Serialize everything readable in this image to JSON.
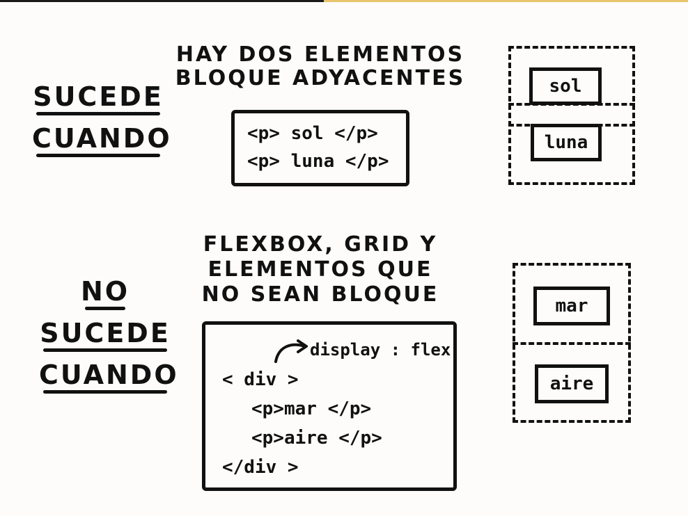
{
  "top": {
    "label": [
      "SUCEDE",
      "CUANDO"
    ],
    "heading": [
      "HAY DOS ELEMENTOS",
      "BLOQUE ADYACENTES"
    ],
    "code": [
      "<p> sol </p>",
      "<p> luna </p>"
    ],
    "boxes": [
      "sol",
      "luna"
    ]
  },
  "bottom": {
    "label": [
      "NO",
      "SUCEDE",
      "CUANDO"
    ],
    "heading": [
      "FLEXBOX, GRID Y",
      "ELEMENTOS QUE",
      "NO SEAN BLOQUE"
    ],
    "annotation": "display : flex",
    "code": [
      "< div >",
      "<p>mar </p>",
      "<p>aire </p>",
      "</div >"
    ],
    "boxes": [
      "mar",
      "aire"
    ]
  },
  "colors": {
    "ink": "#111111",
    "paper": "#fdfcfa",
    "accent": "#e8c46a"
  },
  "icons": [
    "curved-arrow-icon"
  ]
}
